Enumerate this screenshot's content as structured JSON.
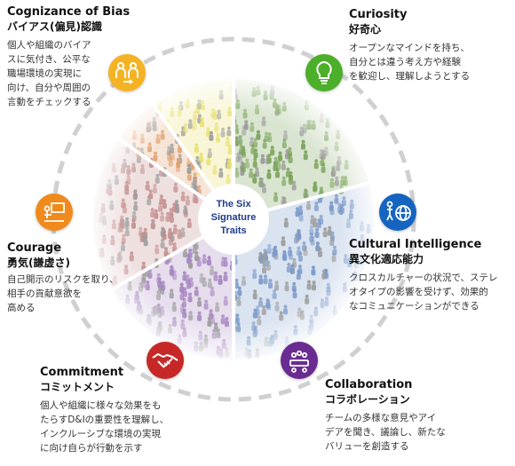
{
  "center": {
    "line1": "The Six",
    "line2": "Signature",
    "line3": "Traits"
  },
  "traits": [
    {
      "title": "Cognizance of Bias",
      "subtitle": "バイアス(偏見)認識",
      "lines": [
        "個人や組織のバイア",
        "スに気付き、公平な",
        "職場環境の実現に",
        "向け、自分や周囲の",
        "言動をチェックする"
      ],
      "color": "#F5B323",
      "icon": "people-exchange-icon"
    },
    {
      "title": "Curiosity",
      "subtitle": "好奇心",
      "lines": [
        "オープンなマインドを持ち、",
        "自分とは違う考え方や経験",
        "を歓迎し、理解しようとする"
      ],
      "color": "#4CAF2A",
      "icon": "lightbulb-icon"
    },
    {
      "title": "Cultural Intelligence",
      "subtitle": "異文化適応能力",
      "lines": [
        "クロスカルチャーの状況で、ステレ",
        "オタイプの影響を受けず、効果的",
        "なコミュニケーションができる"
      ],
      "color": "#1565C0",
      "icon": "person-globe-icon"
    },
    {
      "title": "Collaboration",
      "subtitle": "コラボレーション",
      "lines": [
        "チームの多様な意見やアイ",
        "デアを聞き、議論し、新たな",
        "バリューを創造する"
      ],
      "color": "#6A2C91",
      "icon": "meeting-table-icon"
    },
    {
      "title": "Commitment",
      "subtitle": "コミットメント",
      "lines": [
        "個人や組織に様々な効果をも",
        "たらすD&Iの重要性を理解し、",
        "インクルーシブな環境の実現",
        "に向け自らが行動を示す"
      ],
      "color": "#C62828",
      "icon": "handshake-icon"
    },
    {
      "title": "Courage",
      "subtitle": "勇気(謙虚さ)",
      "lines": [
        "自己開示のリスクを取り、",
        "相手の貢献意欲を",
        "高める"
      ],
      "color": "#F08A1C",
      "icon": "presentation-icon"
    }
  ],
  "sector_colors": [
    "#E8E070",
    "#7AA35A",
    "#7A99C8",
    "#A585BF",
    "#C48F8F",
    "#E0A070"
  ]
}
